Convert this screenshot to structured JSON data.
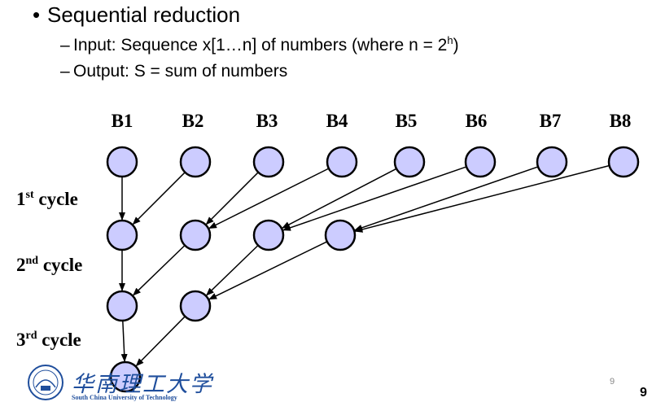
{
  "bullets": {
    "main": "Sequential reduction",
    "input_prefix": "Input:  Sequence x[1…n] of numbers (where n = 2",
    "input_sup": "h",
    "input_suffix": ")",
    "output": "Output:  S = sum of numbers"
  },
  "diagram": {
    "buckets": [
      "B1",
      "B2",
      "B3",
      "B4",
      "B5",
      "B6",
      "B7",
      "B8"
    ],
    "cycles": [
      {
        "num": "1",
        "sup": "st",
        "word": " cycle"
      },
      {
        "num": "2",
        "sup": "nd",
        "word": " cycle"
      },
      {
        "num": "3",
        "sup": "rd",
        "word": " cycle"
      }
    ],
    "colors": {
      "node_fill": "#ccccff",
      "node_stroke": "#000000",
      "edge": "#000000"
    }
  },
  "footer": {
    "logo_chars": "华南理工大学",
    "logo_en": "South China University of Technology",
    "page_small": "9",
    "page_big": "9"
  }
}
